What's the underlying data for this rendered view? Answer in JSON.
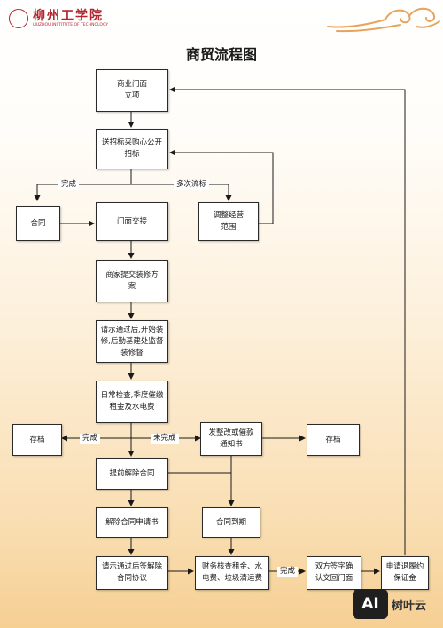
{
  "header": {
    "school_name_cn": "柳州工学院",
    "school_name_en": "LIUZHOU INSTITUTE OF TECHNOLOGY"
  },
  "title": "商贸流程图",
  "nodes": {
    "shop_setup": "商业门面立项",
    "send_bid": "送招标采购心公开招标",
    "contract": "合同",
    "handover": "门面交接",
    "adjust_scope": "调整经营范围",
    "renovation_plan": "商家提交装修方案",
    "start_renovation": "请示通过后,开始装修,后勤基建处监督装修督",
    "daily_check": "日常检查,季度催缴租金及水电费",
    "archive_left": "存档",
    "rectify_notice": "发整改或催款通知书",
    "archive_right": "存档",
    "early_terminate": "提前解除合同",
    "terminate_application": "解除合同申请书",
    "contract_expire": "合同到期",
    "sign_terminate": "请示通过后签解除合同协议",
    "finance_check": "财务核查租金、水电费、垃圾清运费",
    "confirm_return": "双方签字确认交回门面",
    "refund_deposit": "申请退履约保证金"
  },
  "edge_labels": {
    "done_1": "完成",
    "multi_fail": "多次流标",
    "done_2": "完成",
    "not_done": "未完成",
    "done_3": "完成"
  },
  "watermark": {
    "badge": "AI",
    "text": "树叶云"
  }
}
